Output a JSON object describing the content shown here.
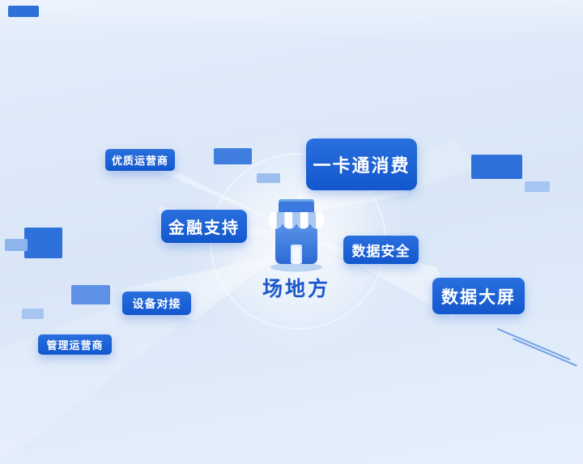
{
  "diagram": {
    "center": {
      "title": "场地方",
      "icon": "storefront-icon"
    },
    "nodes": [
      {
        "label": "优质运营商"
      },
      {
        "label": "一卡通消费"
      },
      {
        "label": "金融支持"
      },
      {
        "label": "数据安全"
      },
      {
        "label": "数据大屏"
      },
      {
        "label": "设备对接"
      },
      {
        "label": "管理运营商"
      }
    ],
    "colors": {
      "node_blue_top": "#2a6fde",
      "node_blue_bottom": "#1257cd",
      "title_blue": "#1b56cc",
      "background_blue": "#dde9f8",
      "decor_blue": "#2e71da",
      "decor_light_blue": "#a6c5f0"
    }
  }
}
